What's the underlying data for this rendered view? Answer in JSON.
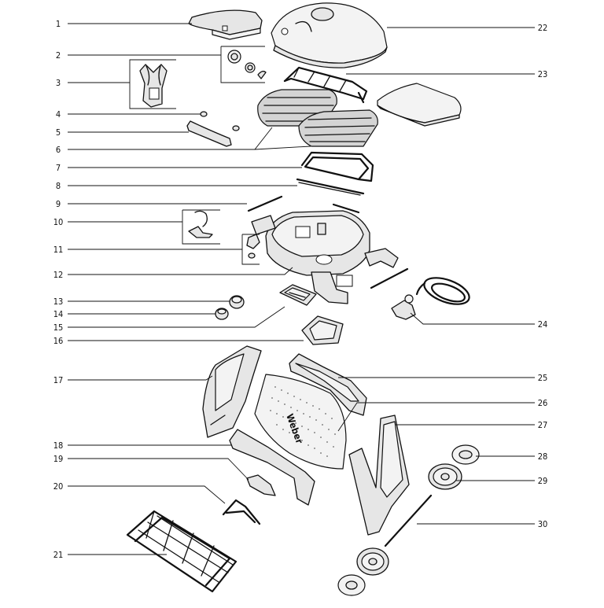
{
  "diagram": {
    "logo_text": "Weber",
    "callouts_left": [
      "1",
      "2",
      "3",
      "4",
      "5",
      "6",
      "7",
      "8",
      "9",
      "10",
      "11",
      "12",
      "13",
      "14",
      "15",
      "16",
      "17",
      "18",
      "19",
      "20",
      "21"
    ],
    "callouts_right": [
      "22",
      "23",
      "24",
      "25",
      "26",
      "27",
      "28",
      "29",
      "30"
    ]
  }
}
